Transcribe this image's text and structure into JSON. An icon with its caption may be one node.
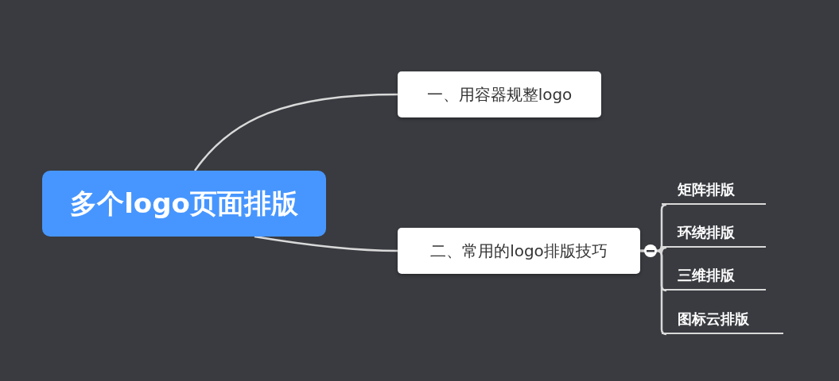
{
  "diagram": {
    "nodes": [
      {
        "text": [
          "多个logo页面排版"
        ]
      },
      {
        "text": [
          "一、用容器规整logo"
        ]
      },
      {
        "text": [
          "二、常用的logo排版技巧"
        ]
      },
      {
        "text": [
          "矩阵排版"
        ]
      },
      {
        "text": [
          "环绕排版"
        ]
      },
      {
        "text": [
          "三维排版"
        ]
      },
      {
        "text": [
          "图标云排版"
        ]
      }
    ],
    "edges": [
      {
        "from": 0,
        "to": 1,
        "arrow": "none"
      },
      {
        "from": 0,
        "to": 2,
        "arrow": "none"
      },
      {
        "from": 2,
        "to": 3,
        "arrow": "none"
      },
      {
        "from": 2,
        "to": 4,
        "arrow": "none"
      },
      {
        "from": 2,
        "to": 5,
        "arrow": "none"
      },
      {
        "from": 2,
        "to": 6,
        "arrow": "none"
      }
    ]
  }
}
